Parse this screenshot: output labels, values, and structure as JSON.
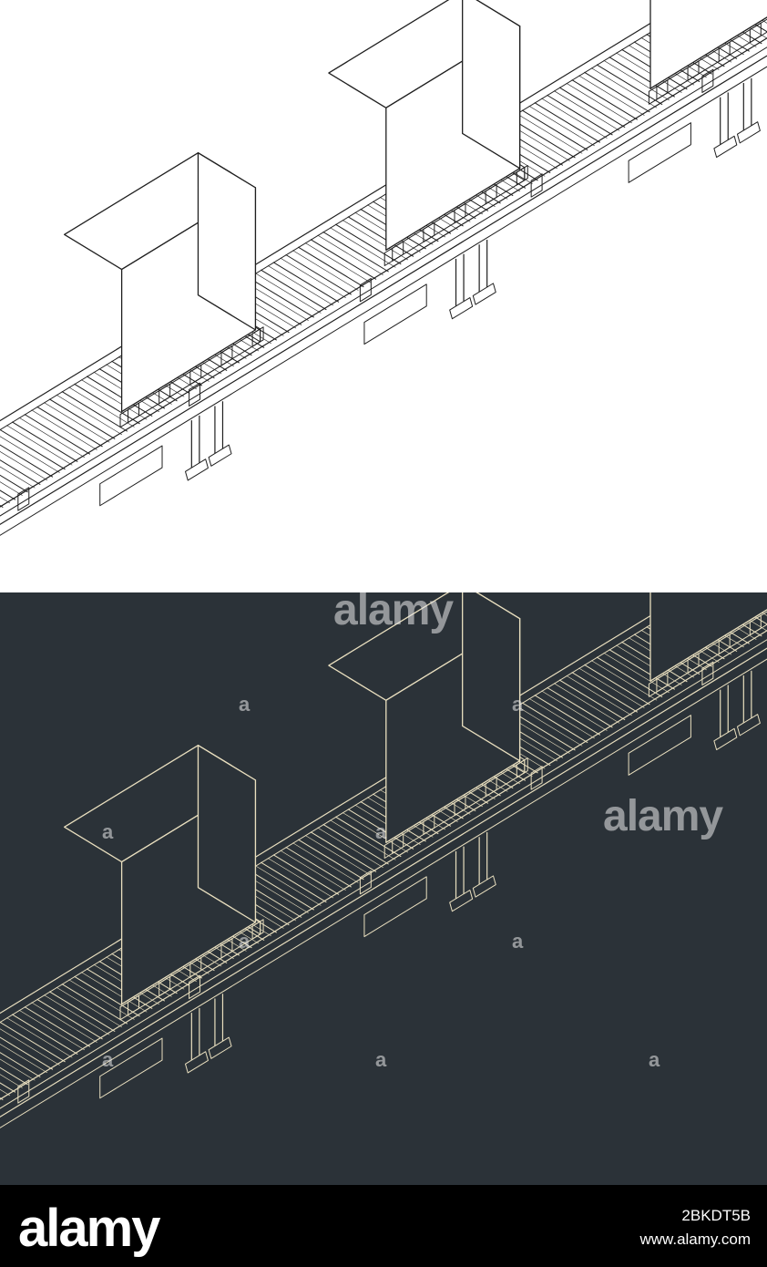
{
  "image": {
    "description_free": true,
    "panels": [
      {
        "theme": "light",
        "background": "#ffffff",
        "stroke": "#1f1f1f"
      },
      {
        "theme": "dark",
        "background": "#2b3238",
        "stroke": "#e9dfbf"
      }
    ]
  },
  "watermark": {
    "brand": "alamy",
    "marker": "a"
  },
  "footer": {
    "logo": "alamy",
    "image_id": "2BKDT5B",
    "url": "www.alamy.com"
  }
}
